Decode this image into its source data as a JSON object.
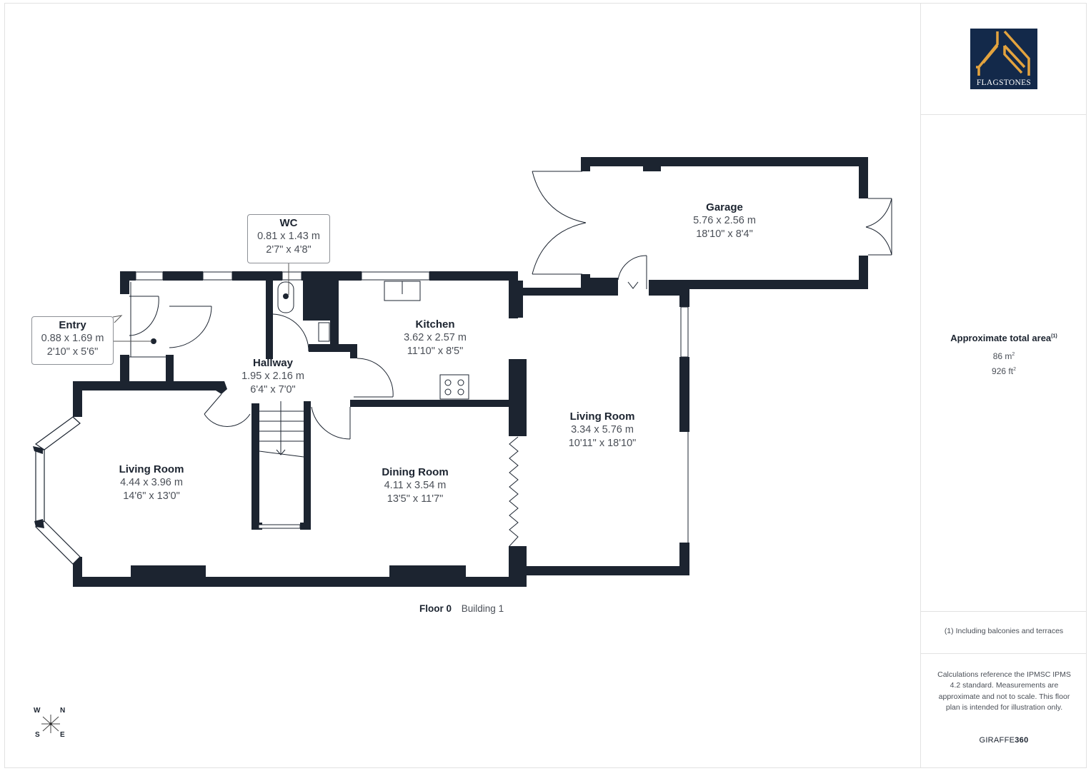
{
  "brand": {
    "logo_text": "FLAGSTONES",
    "logo_bg": "#13294a",
    "logo_accent": "#e3a33e"
  },
  "summary": {
    "title": "Approximate total area",
    "title_sup": "(1)",
    "area_m2": "86 m",
    "area_ft2": "926 ft",
    "unit_sup": "2",
    "footnote": "(1) Including balconies and terraces",
    "disclaimer": "Calculations reference the IPMSC IPMS 4.2 standard. Measurements are approximate and not to scale. This floor plan is intended for illustration only.",
    "software_prefix": "GIRAFFE",
    "software_suffix": "360"
  },
  "floor": {
    "label": "Floor 0",
    "building": "Building 1"
  },
  "compass": {
    "w": "W",
    "n": "N",
    "s": "S",
    "e": "E"
  },
  "rooms": [
    {
      "name": "Entry",
      "metric": "0.88 x 1.69 m",
      "imperial": "2'10\" x 5'6\""
    },
    {
      "name": "WC",
      "metric": "0.81 x 1.43 m",
      "imperial": "2'7\" x 4'8\""
    },
    {
      "name": "Hallway",
      "metric": "1.95 x 2.16 m",
      "imperial": "6'4\" x 7'0\""
    },
    {
      "name": "Kitchen",
      "metric": "3.62 x 2.57 m",
      "imperial": "11'10\" x 8'5\""
    },
    {
      "name": "Garage",
      "metric": "5.76 x 2.56 m",
      "imperial": "18'10\" x 8'4\""
    },
    {
      "name": "Living Room",
      "metric": "4.44 x 3.96 m",
      "imperial": "14'6\" x 13'0\""
    },
    {
      "name": "Dining Room",
      "metric": "4.11 x 3.54 m",
      "imperial": "13'5\" x 11'7\""
    },
    {
      "name": "Living Room",
      "metric": "3.34 x 5.76 m",
      "imperial": "10'11\" x 18'10\""
    }
  ],
  "colors": {
    "wall": "#1c2430",
    "text_primary": "#1c2430",
    "text_secondary": "#4a4f57",
    "divider": "#e2e2e2"
  }
}
